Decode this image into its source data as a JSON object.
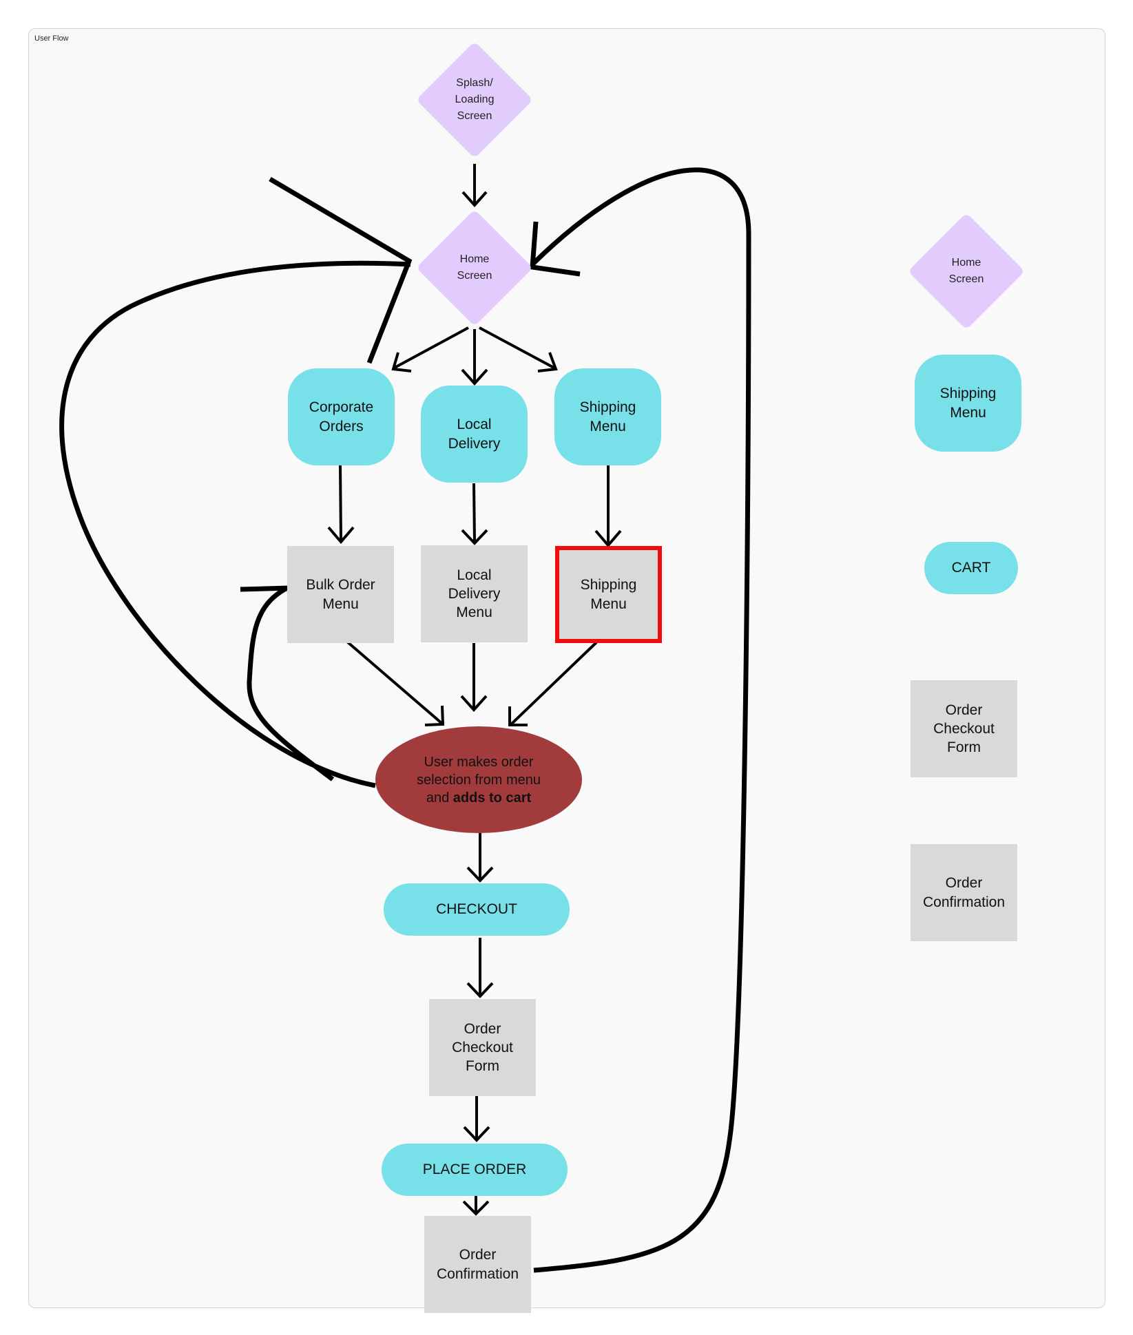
{
  "frame": {
    "title": "User Flow"
  },
  "nodes": {
    "splash": "Splash/\nLoading\nScreen",
    "home": "Home\nScreen",
    "corporate_orders": "Corporate\nOrders",
    "local_delivery": "Local\nDelivery",
    "shipping_menu_top": "Shipping\nMenu",
    "bulk_order_menu": "Bulk Order\nMenu",
    "local_delivery_menu": "Local\nDelivery\nMenu",
    "shipping_menu_selected": "Shipping\nMenu",
    "order_selection_line1": "User makes order",
    "order_selection_line2": "selection from menu",
    "order_selection_line3_prefix": "and ",
    "order_selection_line3_bold": "adds to cart",
    "checkout": "CHECKOUT",
    "order_checkout_form": "Order\nCheckout\nForm",
    "place_order": "PLACE ORDER",
    "order_confirmation": "Order\nConfirmation"
  },
  "legend": {
    "home": "Home\nScreen",
    "shipping_menu": "Shipping\nMenu",
    "cart": "CART",
    "order_checkout_form": "Order\nCheckout\nForm",
    "order_confirmation": "Order\nConfirmation"
  },
  "colors": {
    "diamond": "#e2ccfd",
    "pill": "#77e0e8",
    "rect": "#d9d9d9",
    "ellipse": "#a23c3c",
    "highlight_border": "#ee0d0d",
    "connector": "#000000"
  }
}
